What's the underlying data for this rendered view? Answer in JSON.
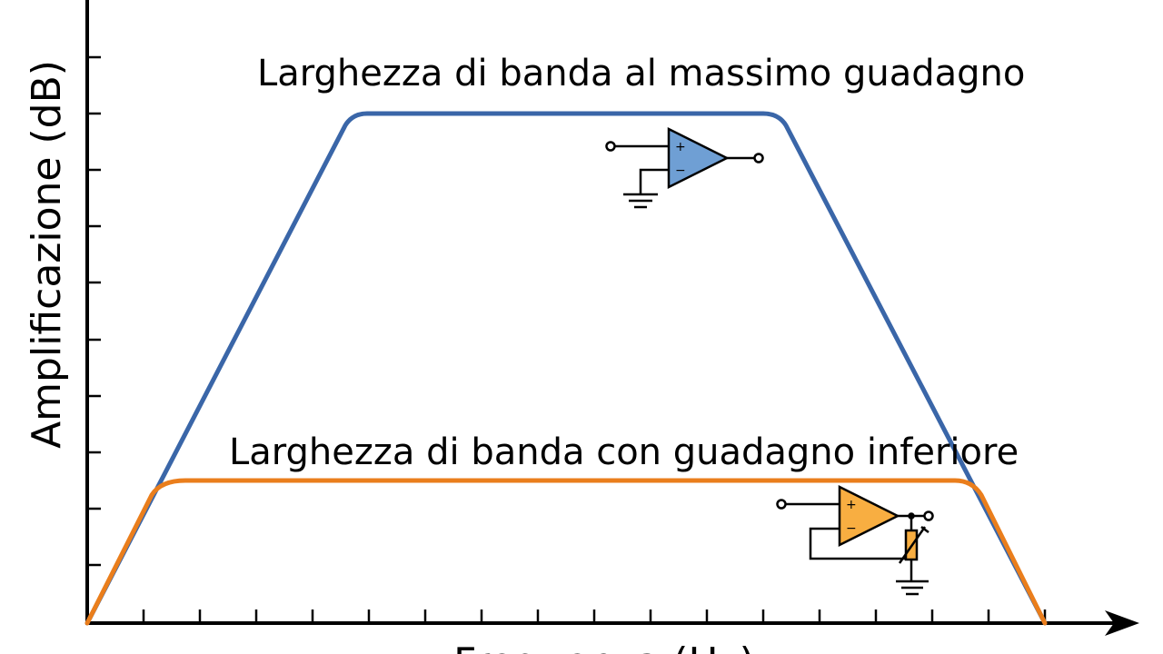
{
  "diagram": {
    "y_axis_label": "Amplificazione (dB)",
    "x_axis_label": "Frequenza (Hz)",
    "curves": [
      {
        "id": "high_gain",
        "label": "Larghezza di banda al massimo guadagno",
        "color": "#3a66a8"
      },
      {
        "id": "low_gain",
        "label": "Larghezza di banda con guadagno inferiore",
        "color": "#ea7e1c"
      }
    ],
    "opamp_symbols": [
      {
        "id": "open_loop",
        "name": "open-loop-opamp-icon",
        "fill": "#6f9fd4",
        "plus": "+",
        "minus": "−"
      },
      {
        "id": "feedback",
        "name": "feedback-opamp-icon",
        "fill": "#f8ae41",
        "plus": "+",
        "minus": "−"
      }
    ]
  }
}
